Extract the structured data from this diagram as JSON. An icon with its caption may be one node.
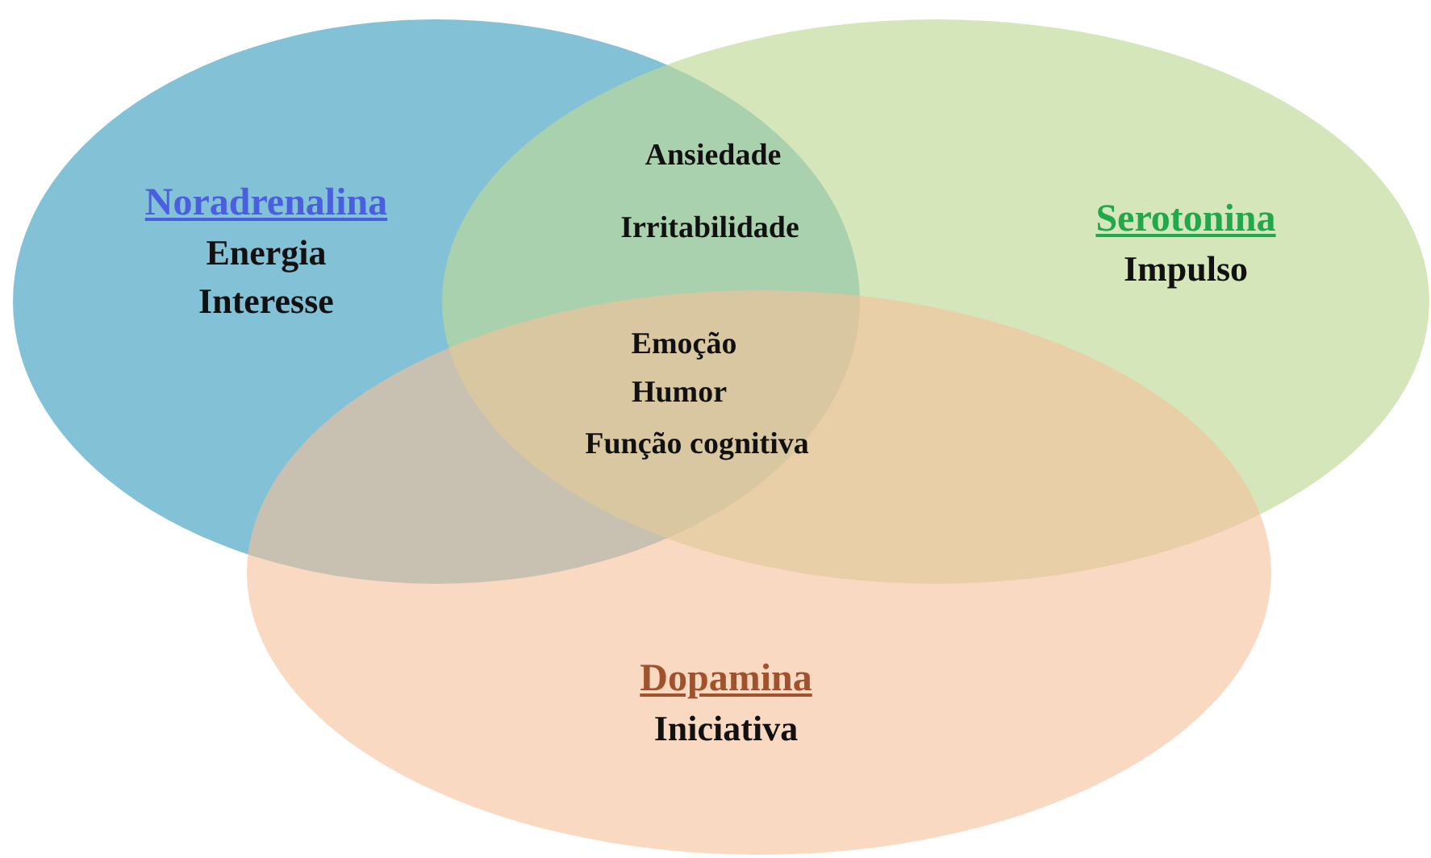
{
  "diagram": {
    "nodes": [
      {
        "text": [
          "Noradrenalina",
          "Energia Interesse"
        ]
      },
      {
        "text": [
          "Serotonina",
          "Impulso"
        ]
      },
      {
        "text": [
          "Dopamina",
          "Iniciativa"
        ]
      }
    ],
    "edges": [],
    "labels": [
      "Ansiedade",
      "Irritabilidade",
      "Emoção",
      "Humor",
      "Função cognitiva"
    ]
  }
}
